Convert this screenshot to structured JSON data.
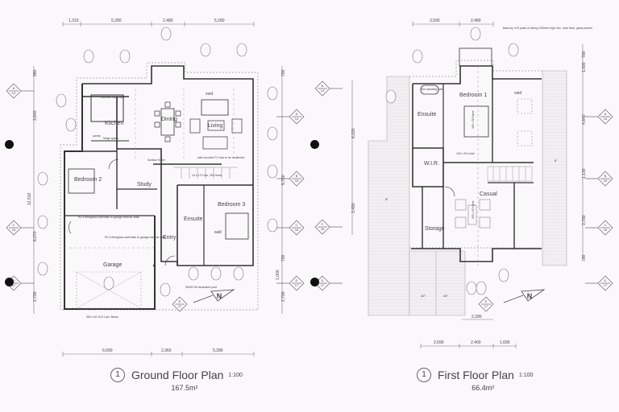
{
  "ground_floor": {
    "title": "Ground Floor Plan",
    "number": "1",
    "scale": "1:100",
    "area": "167.5m²",
    "top_dims": [
      "1,310",
      "5,280",
      "2,480",
      "5,280"
    ],
    "bottom_dims": [
      "6,690",
      "2,360",
      "5,280"
    ],
    "left_dims": [
      "950",
      "3,840",
      "12,510",
      "6,070",
      "2,790"
    ],
    "right_dims": [
      "700",
      "5,760",
      "700",
      "1,000",
      "2,790"
    ],
    "rooms": {
      "kitchen": "Kitchen",
      "dining": "Dining",
      "living": "Living",
      "bedroom2": "Bedroom 2",
      "study": "Study",
      "bedroom3": "Bedroom 3",
      "ensuite": "Ensuite",
      "entry": "Entry",
      "garage": "Garage",
      "void": "void",
      "wall": "wall"
    },
    "notes": {
      "hob": "hob with hood over",
      "fridge": "fridge space",
      "pantry": "pantry",
      "tv": "wall mounted TV size to be confirmed",
      "stairs": "16 x 170 rise, 250 tread",
      "fibreglass1": "R2.4 fibreglass wall batts to garage internal walls",
      "fibreglass2": "R2.4 fibreglass wall batts to garage internal walls",
      "beam": "360 x 90 GL8 Lam. Beam",
      "post": "90x90 H5 laminated post",
      "slider": "Surface Slider"
    },
    "grid_left": [
      {
        "letter": "A",
        "num": "14"
      },
      {
        "letter": "C",
        "num": "16"
      },
      {
        "letter": "D",
        "num": "17"
      }
    ],
    "grid_right": [
      {
        "letter": "A",
        "num": "14"
      },
      {
        "letter": "B",
        "num": "15"
      },
      {
        "letter": "C",
        "num": "16"
      },
      {
        "letter": "D",
        "num": "17"
      }
    ],
    "grid_bottom": {
      "letter": "E",
      "num": "17"
    }
  },
  "first_floor": {
    "title": "First Floor Plan",
    "number": "1",
    "scale": "1:100",
    "area": "66.4m²",
    "top_dims": [
      "3,590",
      "2,480"
    ],
    "bottom_dims": [
      "2,690",
      "2,400",
      "1,690"
    ],
    "sub_dim": "2,390",
    "left_dims": [
      "6,020",
      "3,490"
    ],
    "right_dims": [
      "700",
      "1,000",
      "4,640",
      "1,130",
      "3,790",
      "700"
    ],
    "rooms": {
      "bedroom1": "Bedroom 1",
      "ensuite": "Ensuite",
      "wir": "W.I.R.",
      "casual": "Casual",
      "storage": "Storage",
      "void": "void"
    },
    "notes": {
      "balcony": "Balcony, S/S posts & railing 1000mm high min., side fixed, glass panels.",
      "lintel": "140 x 90 Lintel",
      "bath": "free standing bath",
      "hyne1": "300 x 90 Hyne",
      "hyne2": "300 x 90 Hyne",
      "pitch1": "8°",
      "pitch2": "8°",
      "pitch3": "40°",
      "pitch4": "40°"
    },
    "grid_left": [
      {
        "letter": "A",
        "num": "14"
      },
      {
        "letter": "C",
        "num": "16"
      },
      {
        "letter": "D",
        "num": "17"
      }
    ],
    "grid_right": [
      {
        "letter": "A",
        "num": "14"
      },
      {
        "letter": "B",
        "num": "15"
      },
      {
        "letter": "C",
        "num": "16"
      },
      {
        "letter": "D",
        "num": "17"
      }
    ],
    "grid_bottom": {
      "letter": "E",
      "num": "17"
    }
  },
  "north_label": "N"
}
